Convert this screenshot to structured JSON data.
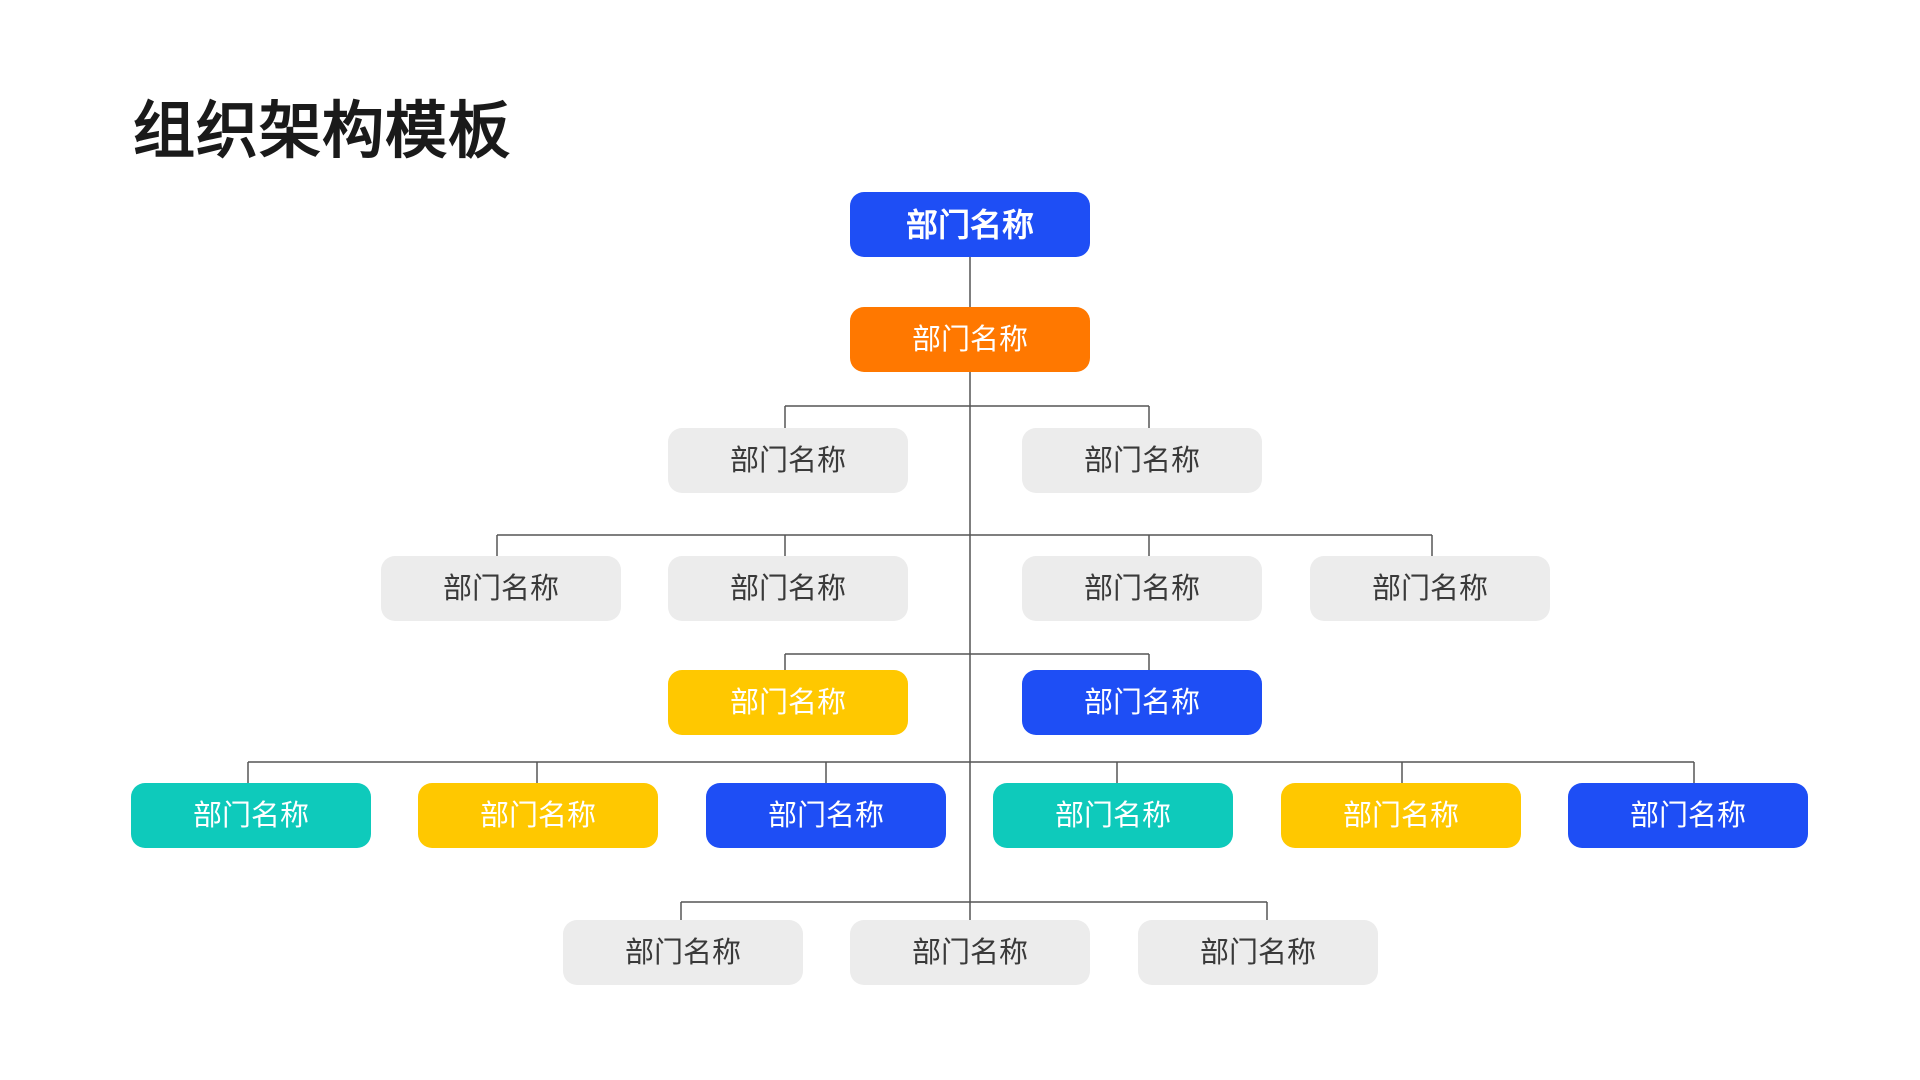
{
  "title": "组织架构模板",
  "colors": {
    "blue": "#1e4ef5",
    "orange": "#ff7800",
    "gray": "#ececec",
    "yellow": "#ffc800",
    "teal": "#0ecabb",
    "line": "#555555"
  },
  "nodes": {
    "root": "部门名称",
    "l2": "部门名称",
    "l3a": "部门名称",
    "l3b": "部门名称",
    "l4a": "部门名称",
    "l4b": "部门名称",
    "l4c": "部门名称",
    "l4d": "部门名称",
    "l5a": "部门名称",
    "l5b": "部门名称",
    "l6a": "部门名称",
    "l6b": "部门名称",
    "l6c": "部门名称",
    "l6d": "部门名称",
    "l6e": "部门名称",
    "l6f": "部门名称",
    "l7a": "部门名称",
    "l7b": "部门名称",
    "l7c": "部门名称"
  }
}
